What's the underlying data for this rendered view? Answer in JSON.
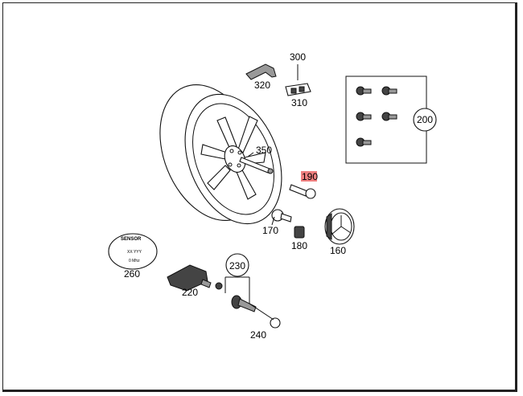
{
  "diagram": {
    "highlight_color": "#f08080",
    "parts": [
      {
        "id": "300",
        "label": "300"
      },
      {
        "id": "320",
        "label": "320"
      },
      {
        "id": "310",
        "label": "310"
      },
      {
        "id": "350",
        "label": "350"
      },
      {
        "id": "190",
        "label": "190",
        "highlighted": true
      },
      {
        "id": "170",
        "label": "170"
      },
      {
        "id": "180",
        "label": "180"
      },
      {
        "id": "160",
        "label": "160"
      },
      {
        "id": "200",
        "label": "200"
      },
      {
        "id": "230",
        "label": "230"
      },
      {
        "id": "220",
        "label": "220"
      },
      {
        "id": "240",
        "label": "240"
      },
      {
        "id": "260",
        "label": "260"
      }
    ],
    "sensor_label": {
      "line1": "SENSOR",
      "line2": "XX YYY",
      "line3": "0 Mhz"
    }
  }
}
